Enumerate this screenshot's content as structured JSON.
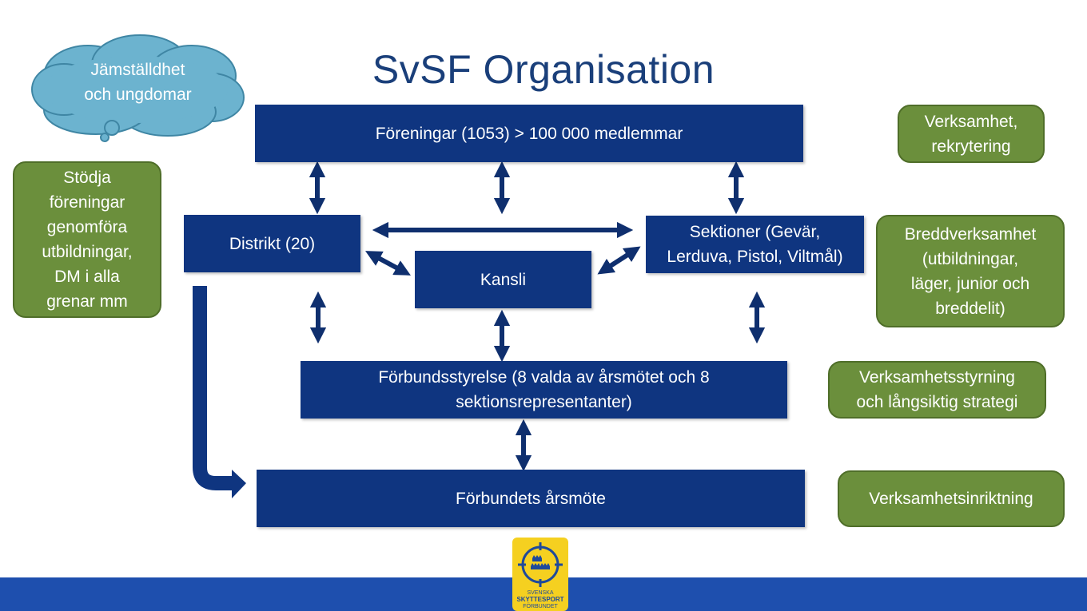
{
  "title": "SvSF Organisation",
  "cloud": {
    "text": "Jämställdhet\noch ungdomar"
  },
  "boxes": {
    "foreningar": "Föreningar (1053) > 100 000 medlemmar",
    "distrikt": "Distrikt (20)",
    "sektioner": "Sektioner (Gevär,\nLerduva, Pistol, Viltmål)",
    "kansli": "Kansli",
    "forbundsstyrelse": "Förbundsstyrelse (8 valda av årsmötet och 8\nsektionsrepresentanter)",
    "arsmote": "Förbundets årsmöte"
  },
  "side_notes": {
    "stodja": "Stödja\nföreningar\ngenomföra\nutbildningar,\nDM i alla\ngrenar mm",
    "verksamhet": "Verksamhet,\nrekrytering",
    "bredd": "Breddverksamhet\n(utbildningar,\nläger, junior och\nbreddelit)",
    "styrning": "Verksamhetsstyrning\noch långsiktig strategi",
    "inriktning": "Verksamhetsinriktning"
  },
  "logo": {
    "line1": "SVENSKA",
    "line2": "SKYTTESPORT",
    "line3": "FÖRBUNDET"
  },
  "colors": {
    "box": "#0f3580",
    "arrow": "#0f2f6e",
    "side": "#6b8f3c",
    "cloud": "#6cb3cf",
    "title": "#1a3f7a",
    "footer": "#1e4fae",
    "logo": "#f5d020"
  }
}
